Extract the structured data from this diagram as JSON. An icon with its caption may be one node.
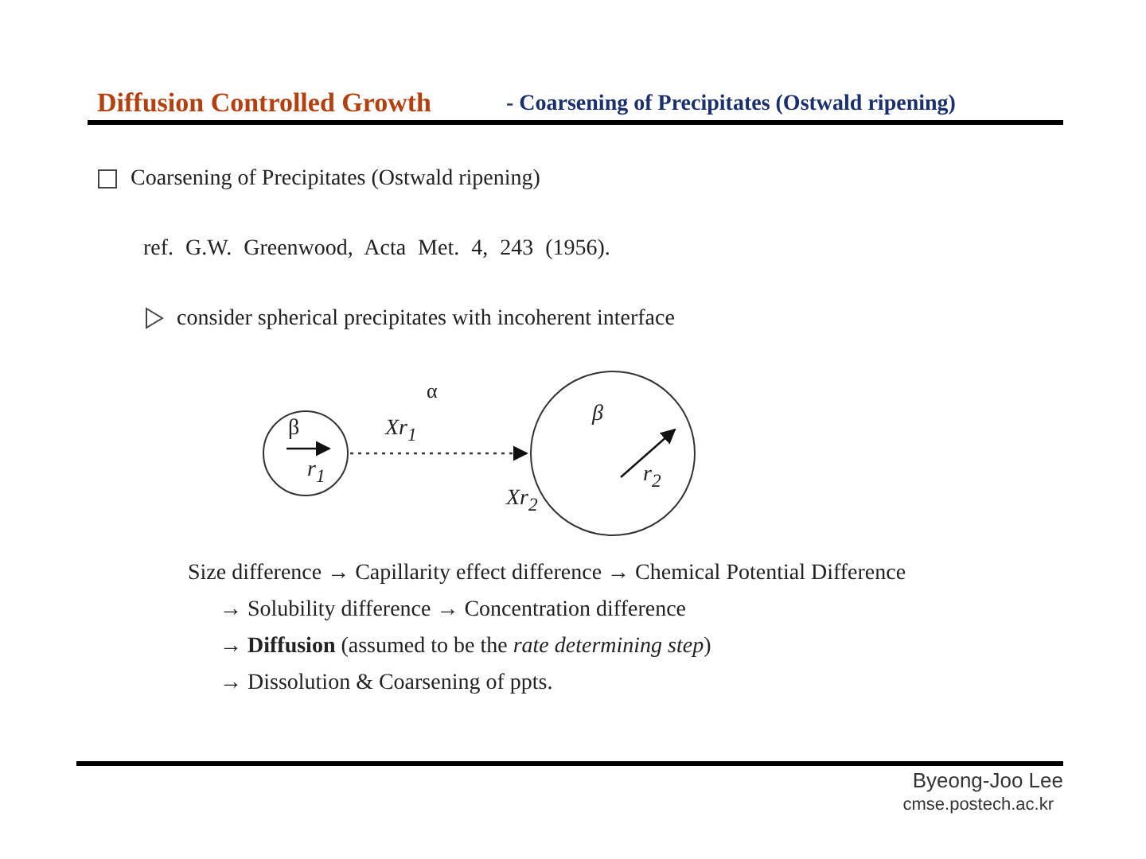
{
  "diagram": {
    "title": "Diffusion Controlled Growth",
    "nodes": [
      {
        "text": [
          "β",
          "r$_{1}$"
        ],
        "beside": [
          "Xr$_{1}$"
        ]
      },
      {
        "text": [
          "β",
          "r$_{2}$"
        ],
        "beside": [
          "Xr$_{2}$"
        ]
      }
    ],
    "edges": [
      {
        "from": 0,
        "to": 1,
        "arrow": "to",
        "style": "dashed"
      }
    ],
    "labels": [
      "- Coarsening of Precipitates (Ostwald ripening)",
      "Coarsening of Precipitates (Ostwald ripening)",
      "ref. G.W. Greenwood, Acta Met. 4, 243 (1956).",
      "consider spherical precipitates with incoherent interface",
      "α",
      "Size difference → Capillarity effect difference → Chemical Potential Difference",
      "→ Solubility difference → Concentration difference",
      "→ **Diffusion** (assumed to be the *rate determining step*)",
      "→ Dissolution & Coarsening of ppts.",
      "Byeong-Joo Lee",
      "cmse.postech.ac.kr"
    ]
  }
}
